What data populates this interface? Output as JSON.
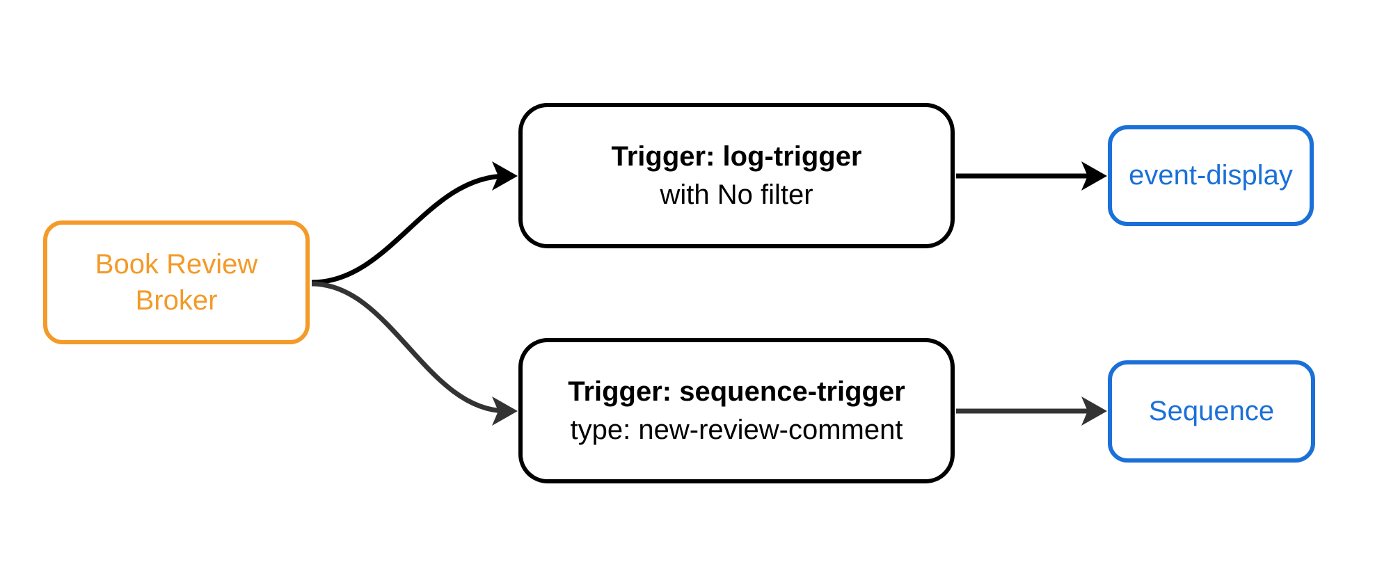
{
  "diagram": {
    "type": "flowchart",
    "background": "#ffffff",
    "nodes": {
      "broker": {
        "lines": [
          "Book Review",
          "Broker"
        ],
        "color": "#F39A28"
      },
      "log_trigger": {
        "title": "Trigger: log-trigger",
        "subtitle": "with No filter",
        "color": "#000000"
      },
      "sequence_trigger": {
        "title": "Trigger: sequence-trigger",
        "subtitle": "type: new-review-comment",
        "color": "#000000"
      },
      "event_display": {
        "label": "event-display",
        "color": "#1B70D8"
      },
      "sequence": {
        "label": "Sequence",
        "color": "#1B70D8"
      }
    },
    "edges": [
      {
        "from": "broker",
        "to": "log_trigger",
        "style": "curved",
        "color": "#000000"
      },
      {
        "from": "broker",
        "to": "sequence_trigger",
        "style": "curved",
        "color": "#333333"
      },
      {
        "from": "log_trigger",
        "to": "event_display",
        "style": "straight",
        "color": "#000000"
      },
      {
        "from": "sequence_trigger",
        "to": "sequence",
        "style": "straight",
        "color": "#333333"
      }
    ],
    "colors": {
      "orange": "#F39A28",
      "blue": "#1B70D8",
      "black": "#000000",
      "dark_gray": "#333333",
      "background": "#ffffff"
    }
  }
}
